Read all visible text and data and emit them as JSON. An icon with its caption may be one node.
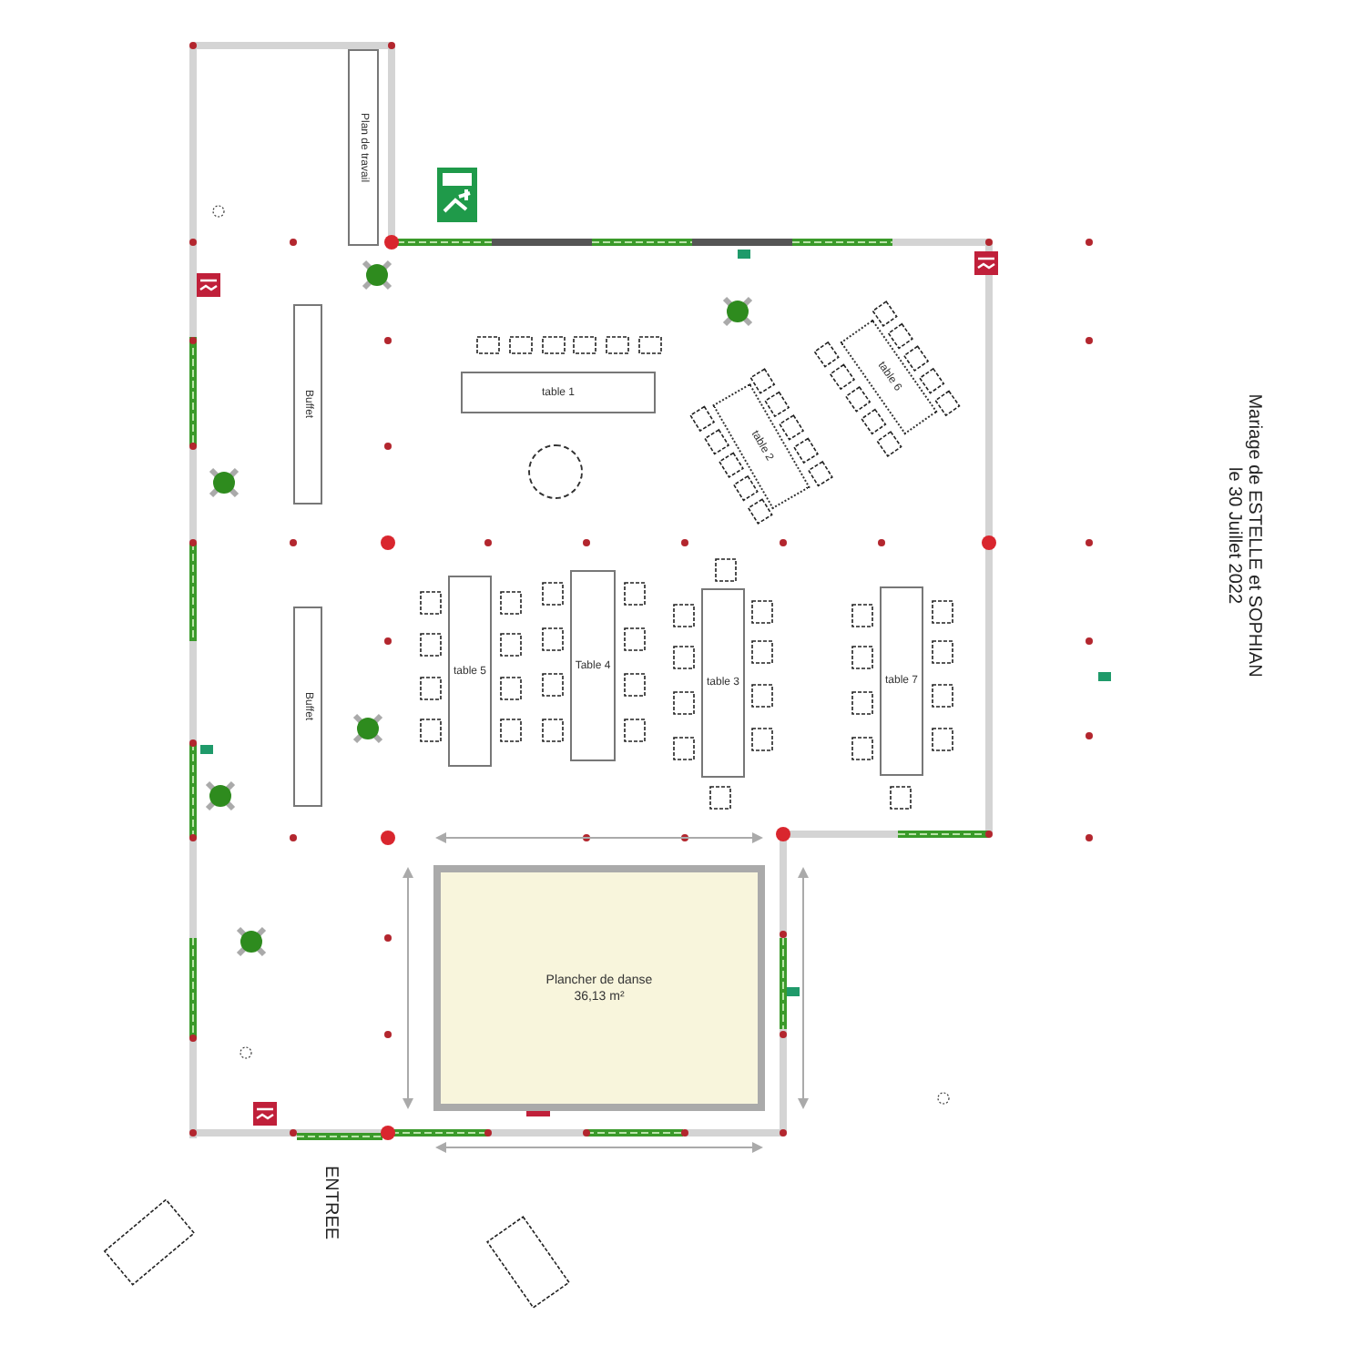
{
  "diagram": {
    "title": "Mariage de ESTELLE et SOPHIAN le 30 Juillet 2022",
    "nodes": [
      {
        "text": [
          "Plan de travail"
        ]
      },
      {
        "text": [
          "Buffet"
        ]
      },
      {
        "text": [
          "table  1"
        ]
      },
      {
        "text": [
          "table 6"
        ]
      },
      {
        "text": [
          "table 2"
        ]
      },
      {
        "text": [],
        "shape": "circle"
      },
      {
        "text": [
          "table 5"
        ]
      },
      {
        "text": [
          "Table 4"
        ]
      },
      {
        "text": [
          "table 3"
        ]
      },
      {
        "text": [
          "table 7"
        ]
      },
      {
        "text": [
          "Buffet"
        ]
      },
      {
        "text": [
          "Plancher de danse",
          "36,13 m²"
        ]
      }
    ],
    "edges": [],
    "labels": [
      "ENTREE"
    ]
  }
}
